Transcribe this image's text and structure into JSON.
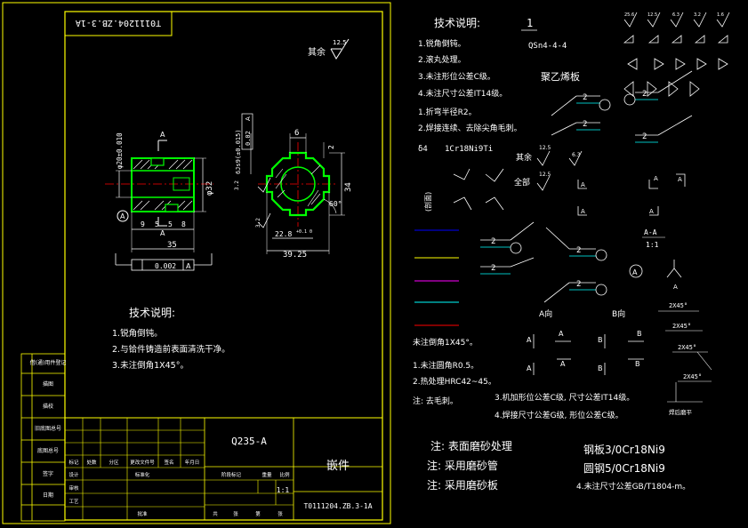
{
  "title_block": {
    "code_top": "T0111204.ZB.3-1A",
    "material": "Q235-A",
    "part_name": "嵌件",
    "scale": "1:1",
    "code_bottom": "T0111204.ZB.3-1A"
  },
  "side_labels": [
    "借(通)用件登记",
    "旧底图总号",
    "底图总号",
    "签字",
    "日期",
    "描图",
    "描校"
  ],
  "tb_small": [
    "标记",
    "处数",
    "分区",
    "更改文件号",
    "签名",
    "年月日",
    "设计",
    "标准化",
    "审核",
    "工艺",
    "批准",
    "阶段标记",
    "重量",
    "比例",
    "共",
    "张",
    "第",
    "张"
  ],
  "surface": {
    "prefix": "其余",
    "value": "12.5"
  },
  "drawing_notes": {
    "title": "技术说明:",
    "items": [
      "1.锐角倒钝。",
      "2.与铪件铸造前表面清洗干净。",
      "3.未注倒角1X45°。"
    ]
  },
  "dims": {
    "d20": "φ20±0.010",
    "d32": "φ32",
    "d9": "9",
    "d5a": "5",
    "d5b": "5",
    "d8": "8",
    "d35": "35",
    "tol1": "0.002",
    "datumA": "A",
    "d6top": "6",
    "d2": "2",
    "d34": "34",
    "deg60": "60°",
    "d228": "22.8",
    "d228tol": "+0.1 0",
    "d3925": "39.25",
    "d6js9": "6Js9(±0.015)",
    "tol2": "0.02",
    "r32": "3.2"
  },
  "right_panel": {
    "title": "技术说明:",
    "page_num": "1",
    "notes": [
      "1.锐角倒钝。",
      "2.滚丸处理。",
      "3.未注形位公差C级。",
      "4.未注尺寸公差IT14级。",
      "1.折弯半径R2。",
      "2.焊接连续、去除尖角毛刺。"
    ],
    "material1": "QSn4-4-4",
    "material2": "聚乙烯板",
    "thickness": "δ4",
    "material3": "1Cr18Ni9Ti",
    "rough_top": [
      "25.6",
      "12.5",
      "6.3",
      "3.2",
      "1.6"
    ],
    "qita1": "其余",
    "rough_a": "12.5",
    "rough_b": "6.3",
    "quanbu": "全部",
    "rough_c": "12.5",
    "weld_symbol": "2",
    "section_label": "A-A",
    "section_scale": "1:1",
    "view_a": "A向",
    "view_b": "B向",
    "letter_a": "A",
    "letter_b": "B",
    "chamfer": "2X45°",
    "note_chamfer": "未注倒角1X45°。",
    "note_r05": "1.未注圆角R0.5。",
    "note_hrc": "2.热处理HRC42~45。",
    "note_burr": "注: 去毛刺。",
    "note_tol_c": "3.机加形位公差C级, 尺寸公差IT14级。",
    "note_weld": "4.焊接尺寸公差G级, 形位公差C级。",
    "weld_flat": "焊后磨平",
    "foot1": "注: 表面磨砂处理",
    "foot2": "注: 采用磨砂管",
    "foot3": "注: 采用磨砂板",
    "steel1": "钢板3/0Cr18Ni9",
    "steel2": "圆钢5/0Cr18Ni9",
    "note_gb": "4.未注尺寸公差GB/T1804-m。",
    "cut_label": "(剖面)"
  },
  "colors": {
    "frame": "#ffff00",
    "line": "#ffffff",
    "part": "#00ff00",
    "dim": "#ff00ff",
    "center": "#ff0000",
    "accent": "#00ffff"
  }
}
